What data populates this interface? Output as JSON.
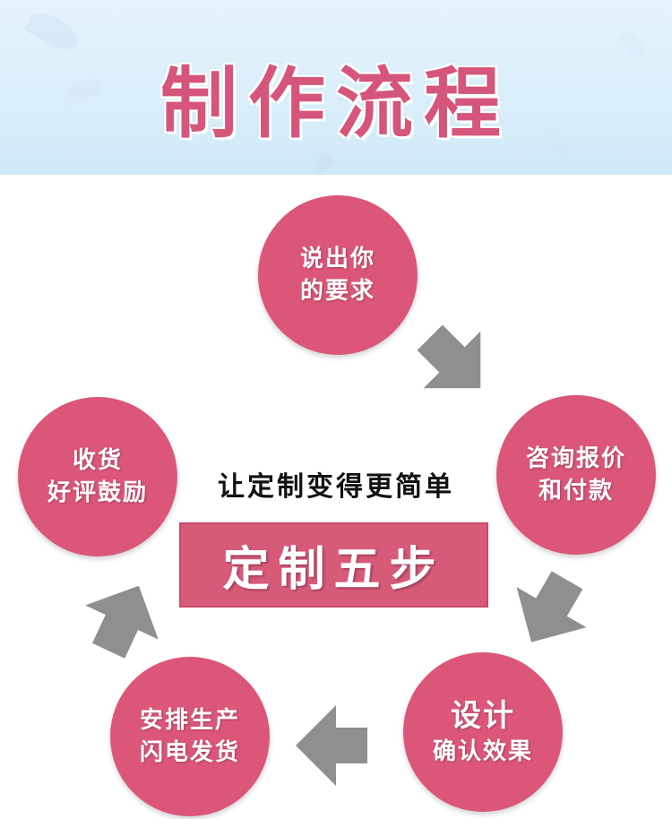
{
  "header": {
    "title": "制作流程"
  },
  "center": {
    "slogan": "让定制变得更简单",
    "steps_label": "定制五步"
  },
  "steps": [
    {
      "lines": [
        "说出你",
        "的要求"
      ]
    },
    {
      "lines": [
        "咨询报价",
        "和付款"
      ]
    },
    {
      "lines": [
        "设计",
        "确认效果"
      ]
    },
    {
      "lines": [
        "安排生产",
        "闪电发货"
      ]
    },
    {
      "lines": [
        "收货",
        "好评鼓励"
      ]
    }
  ],
  "colors": {
    "circle": "#db5678",
    "title": "#d6557a",
    "arrow": "#8f8f8f",
    "banner": "#d9eef9"
  }
}
